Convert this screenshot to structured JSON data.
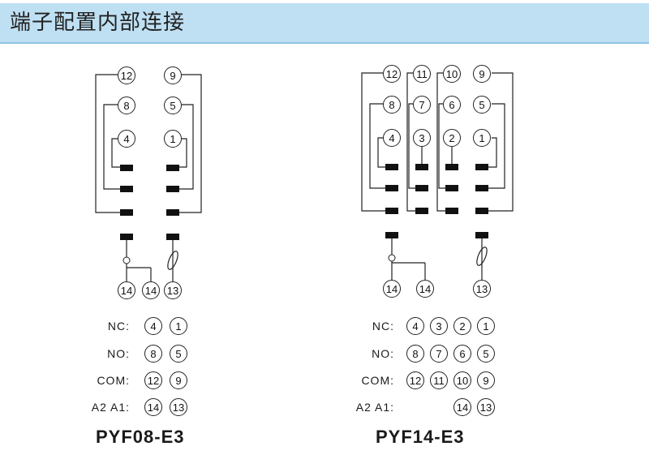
{
  "header": {
    "title": "端子配置内部连接"
  },
  "row_labels": {
    "nc": "NC:",
    "no": "NO:",
    "com": "COM:",
    "coil": "A2 A1:"
  },
  "pyf08": {
    "model": "PYF08-E3",
    "top": {
      "com": [
        "12",
        "9"
      ],
      "no": [
        "8",
        "5"
      ],
      "nc": [
        "4",
        "1"
      ]
    },
    "bottom": [
      "14",
      "14",
      "13"
    ],
    "table": {
      "nc": [
        "4",
        "1"
      ],
      "no": [
        "8",
        "5"
      ],
      "com": [
        "12",
        "9"
      ],
      "coil": [
        "14",
        "13"
      ]
    }
  },
  "pyf14": {
    "model": "PYF14-E3",
    "top": {
      "com": [
        "12",
        "11",
        "10",
        "9"
      ],
      "no": [
        "8",
        "7",
        "6",
        "5"
      ],
      "nc": [
        "4",
        "3",
        "2",
        "1"
      ]
    },
    "bottom": [
      "14",
      "14",
      "13"
    ],
    "table": {
      "nc": [
        "4",
        "3",
        "2",
        "1"
      ],
      "no": [
        "8",
        "7",
        "6",
        "5"
      ],
      "com": [
        "12",
        "11",
        "10",
        "9"
      ],
      "coil": [
        "14",
        "13"
      ]
    }
  },
  "colors": {
    "header_bg": "#bfe0f3",
    "line": "#222222"
  }
}
